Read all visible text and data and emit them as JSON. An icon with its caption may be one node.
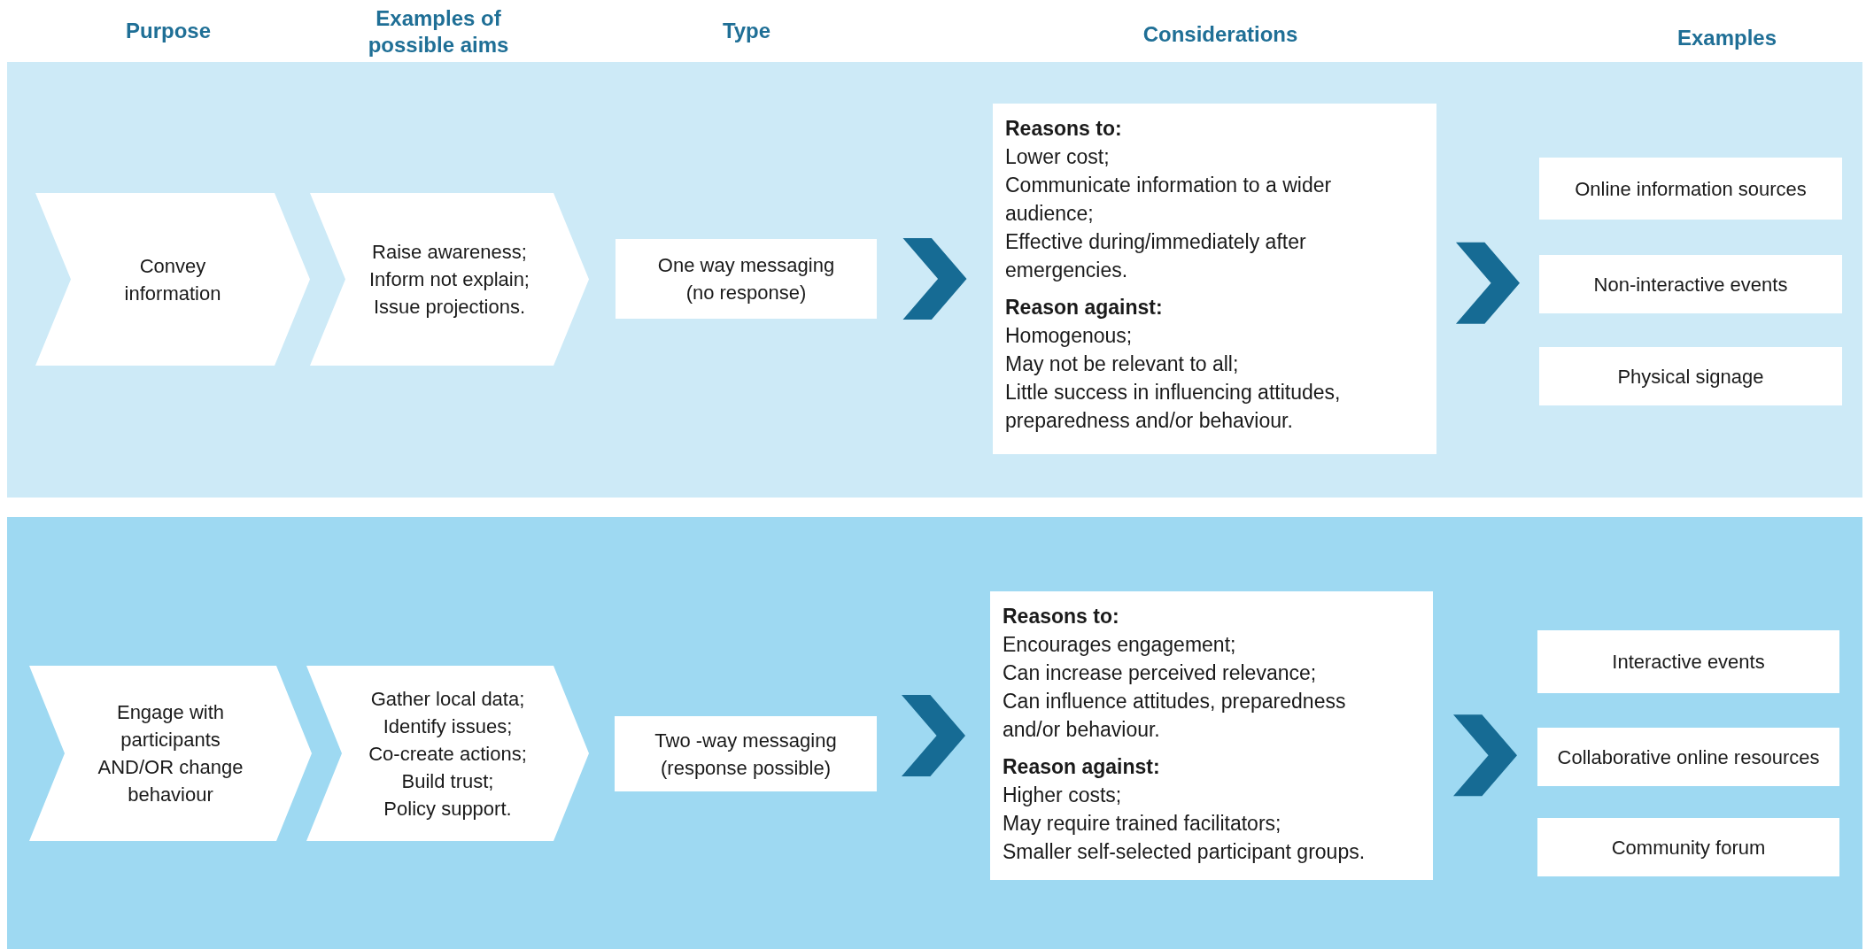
{
  "diagram": {
    "nodes": [
      {
        "text": [],
        "shape": "band"
      },
      {
        "text": [
          "Convey information"
        ],
        "in": 0
      },
      {
        "text": [
          "Raise awareness;",
          "Inform not explain;",
          "Issue projections."
        ],
        "in": 0
      },
      {
        "text": [
          "One way messaging",
          "(no response)"
        ],
        "in": 0
      },
      {
        "text": [
          "**Reasons to:**",
          "Lower cost;",
          "Communicate information to a wider audience;",
          "Effective during/immediately after emergencies.",
          "**Reason against:**",
          "Homogenous;",
          "May not be relevant to all;",
          "Little success in influencing attitudes, preparedness and/or behaviour."
        ],
        "in": 0
      },
      {
        "text": [
          "Online information sources"
        ],
        "in": 0
      },
      {
        "text": [
          "Non-interactive events"
        ],
        "in": 0
      },
      {
        "text": [
          "Physical signage"
        ],
        "in": 0
      },
      {
        "text": [],
        "shape": "band"
      },
      {
        "text": [
          "Engage with participants AND/OR change behaviour"
        ],
        "in": 8
      },
      {
        "text": [
          "Gather local data;",
          "Identify issues;",
          "Co-create actions;",
          "Build trust;",
          "Policy support."
        ],
        "in": 8
      },
      {
        "text": [
          "Two -way messaging",
          "(response possible)"
        ],
        "in": 8
      },
      {
        "text": [
          "**Reasons to:**",
          "Encourages engagement;",
          "Can increase perceived relevance;",
          "Can influence attitudes, preparedness and/or behaviour.",
          "**Reason against:**",
          "Higher costs;",
          "May require trained facilitators;",
          "Smaller self-selected participant groups."
        ],
        "in": 8
      },
      {
        "text": [
          "Interactive events"
        ],
        "in": 8
      },
      {
        "text": [
          "Collaborative online resources"
        ],
        "in": 8
      },
      {
        "text": [
          "Community forum"
        ],
        "in": 8
      }
    ],
    "edges": [
      {
        "from": 3,
        "to": 4,
        "arrow": "to"
      },
      {
        "from": 4,
        "to": 5,
        "arrow": "to"
      },
      {
        "from": 4,
        "to": 6,
        "arrow": "to"
      },
      {
        "from": 4,
        "to": 7,
        "arrow": "to"
      },
      {
        "from": 11,
        "to": 12,
        "arrow": "to"
      },
      {
        "from": 12,
        "to": 13,
        "arrow": "to"
      },
      {
        "from": 12,
        "to": 14,
        "arrow": "to"
      },
      {
        "from": 12,
        "to": 15,
        "arrow": "to"
      }
    ],
    "labels": [
      "Purpose",
      "Examples of possible aims",
      "Type",
      "Considerations",
      "Examples"
    ]
  }
}
